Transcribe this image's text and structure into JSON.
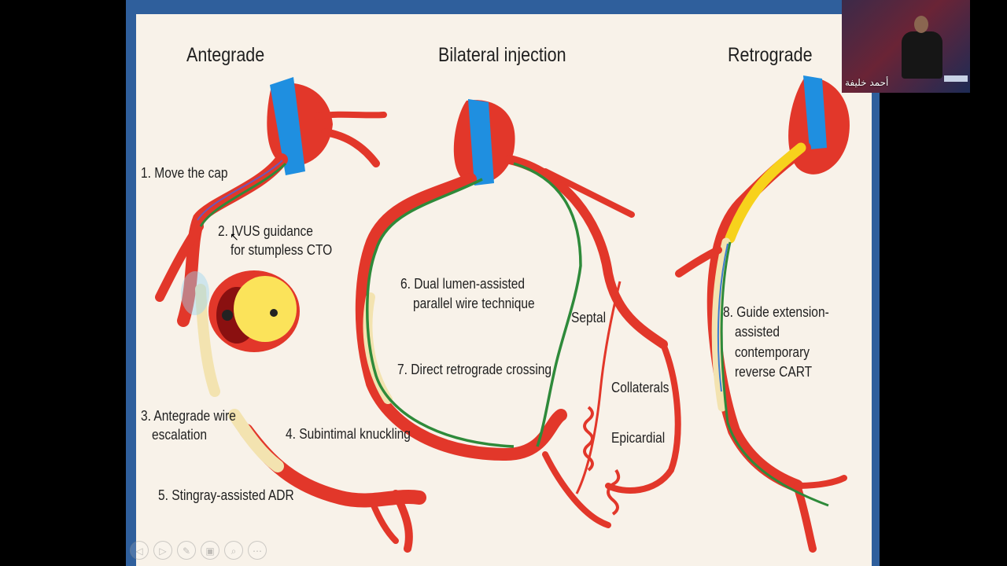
{
  "slide": {
    "titles": {
      "antegrade": "Antegrade",
      "bilateral": "Bilateral injection",
      "retrograde": "Retrograde"
    },
    "labels": {
      "l1": "1. Move the cap",
      "l2a": "2. IVUS guidance",
      "l2b": "for stumpless CTO",
      "l3a": "3. Antegrade wire",
      "l3b": "escalation",
      "l4": "4. Subintimal knuckling",
      "l5": "5. Stingray-assisted ADR",
      "l6a": "6. Dual lumen-assisted",
      "l6b": "parallel wire technique",
      "l7": "7. Direct retrograde crossing",
      "septal": "Septal",
      "collaterals": "Collaterals",
      "epicardial": "Epicardial",
      "l8a": "8. Guide extension-",
      "l8b": "assisted",
      "l8c": "contemporary",
      "l8d": "reverse CART"
    },
    "colors": {
      "artery": "#e2372a",
      "aorta_blue": "#1f8fe0",
      "wire_green": "#2e8a3a",
      "yellow": "#f7d21c",
      "background": "#f8f2e9"
    }
  },
  "webcam": {
    "name": "أحمد خليفة"
  },
  "toolbar": {
    "icons": [
      "prev-icon",
      "next-icon",
      "pen-icon",
      "slides-icon",
      "zoom-icon",
      "more-icon"
    ],
    "glyphs": [
      "◁",
      "▷",
      "✎",
      "▣",
      "⌕",
      "⋯"
    ]
  }
}
